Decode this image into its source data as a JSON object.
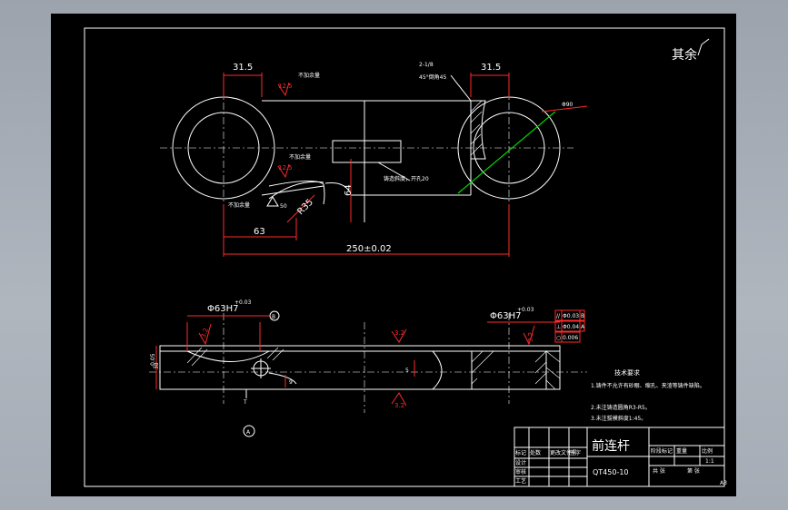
{
  "colors": {
    "sheet": "#000000",
    "line": "#ffffff",
    "dimension": "#ff2a2a",
    "section": "#00dd00",
    "frame": "#a2a8b1"
  },
  "roughness": {
    "label": "其余",
    "symbol": "√"
  },
  "top_view": {
    "dim_left_boss": "31.5",
    "dim_right_boss": "31.5",
    "dim_bottom_63": "63",
    "dim_center_distance": "250±0.02",
    "dim_height_64": "64",
    "dim_r35": "R35",
    "dim_diameter": "Φ90",
    "rough_12_5_a": "12.5",
    "rough_12_5_b": "12.5",
    "rough_50": "50",
    "note_no_machining_a": "不加余量",
    "note_no_machining_b": "不加余量",
    "note_no_machining_c": "不加余量",
    "note_chamfer_a": "2-1/8",
    "note_chamfer_b": "45°倒角45",
    "note_pin_hole": "铸造斜度，开孔20"
  },
  "front_view": {
    "dim_left_bore": "Φ63H7",
    "dim_left_bore_tol": "+0.03",
    "datum_b": "B",
    "dim_right_bore": "Φ63H7",
    "dim_right_bore_tol": "+0.03",
    "dim_thickness": "38",
    "dim_thickness_tol": "-0.05",
    "rough_3_2_a": "3.2",
    "rough_3_2_b": "3.2",
    "rough_3_2_c": "3.2",
    "rough_3_2_d": "3.2",
    "dim_9": "9",
    "dim_5": "5",
    "section_label": "T",
    "datum_a": "A",
    "tolerances": [
      {
        "symbol": "//",
        "value": "Φ0.03",
        "datum": "B"
      },
      {
        "symbol": "⊥",
        "value": "Φ0.04",
        "datum": "A"
      },
      {
        "symbol": "○",
        "value": "0.006",
        "datum": ""
      }
    ]
  },
  "tech_requirements": {
    "title": "技术要求",
    "items": [
      "1.铸件不允许有砂眼、缩孔、夹渣等铸件缺陷。",
      "2.未注铸造圆角R3-R5。",
      "3.未注拔模斜度1:45。"
    ]
  },
  "title_block": {
    "part_name": "前连杆",
    "material": "QT450-10",
    "label_mark": "标记",
    "label_count": "处数",
    "label_doc": "更改文件号",
    "label_sign": "签字",
    "label_design": "设计",
    "label_review": "审核",
    "label_process": "工艺",
    "label_stage": "阶段标记",
    "label_weight": "重量",
    "label_scale": "比例",
    "label_sheets": "共  张",
    "label_sheet": "第  张",
    "scale_value": "1:1"
  },
  "sheet_number": "A3"
}
